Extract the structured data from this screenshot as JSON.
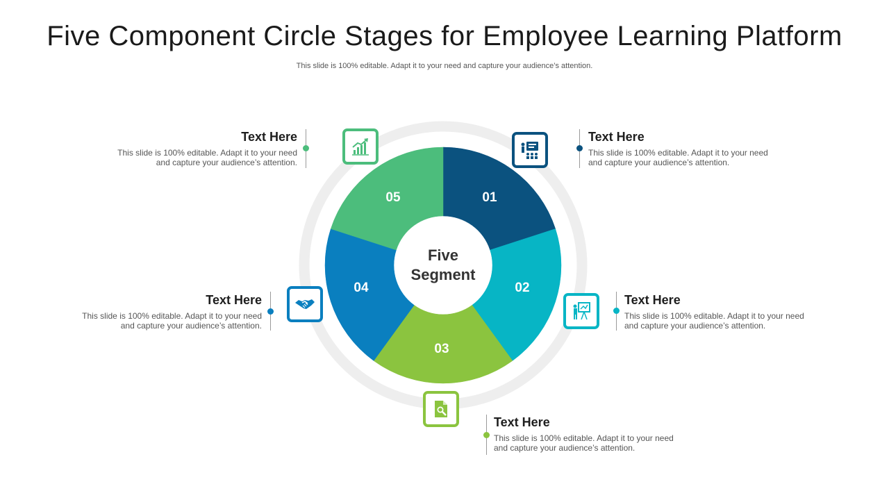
{
  "title": "Five Component Circle Stages for Employee Learning Platform",
  "subtitle": "This slide is 100% editable. Adapt it to your need and capture your audience’s attention.",
  "center_label": [
    "Five",
    "Segment"
  ],
  "segments": [
    {
      "number": "01",
      "color": "#0b527f"
    },
    {
      "number": "02",
      "color": "#07b5c5"
    },
    {
      "number": "03",
      "color": "#8bc43f"
    },
    {
      "number": "04",
      "color": "#0a7fbf"
    },
    {
      "number": "05",
      "color": "#4cbd7c"
    }
  ],
  "callouts": [
    {
      "heading": "Text Here",
      "line1": "This slide is 100% editable. Adapt it to your need",
      "line2": "and capture your audience’s attention.",
      "icon": "presentation-board-audience-icon"
    },
    {
      "heading": "Text Here",
      "line1": "This slide is 100% editable. Adapt it to your need",
      "line2": "and capture your audience’s attention.",
      "icon": "trainer-at-whiteboard-icon"
    },
    {
      "heading": "Text Here",
      "line1": "This slide is 100% editable. Adapt it to your need",
      "line2": "and capture your audience’s attention.",
      "icon": "document-search-icon"
    },
    {
      "heading": "Text Here",
      "line1": "This slide is 100% editable. Adapt it to your need",
      "line2": "and capture your audience’s attention.",
      "icon": "handshake-icon"
    },
    {
      "heading": "Text Here",
      "line1": "This slide is 100% editable. Adapt it to your need",
      "line2": "and capture your audience’s attention.",
      "icon": "growth-chart-icon"
    }
  ]
}
